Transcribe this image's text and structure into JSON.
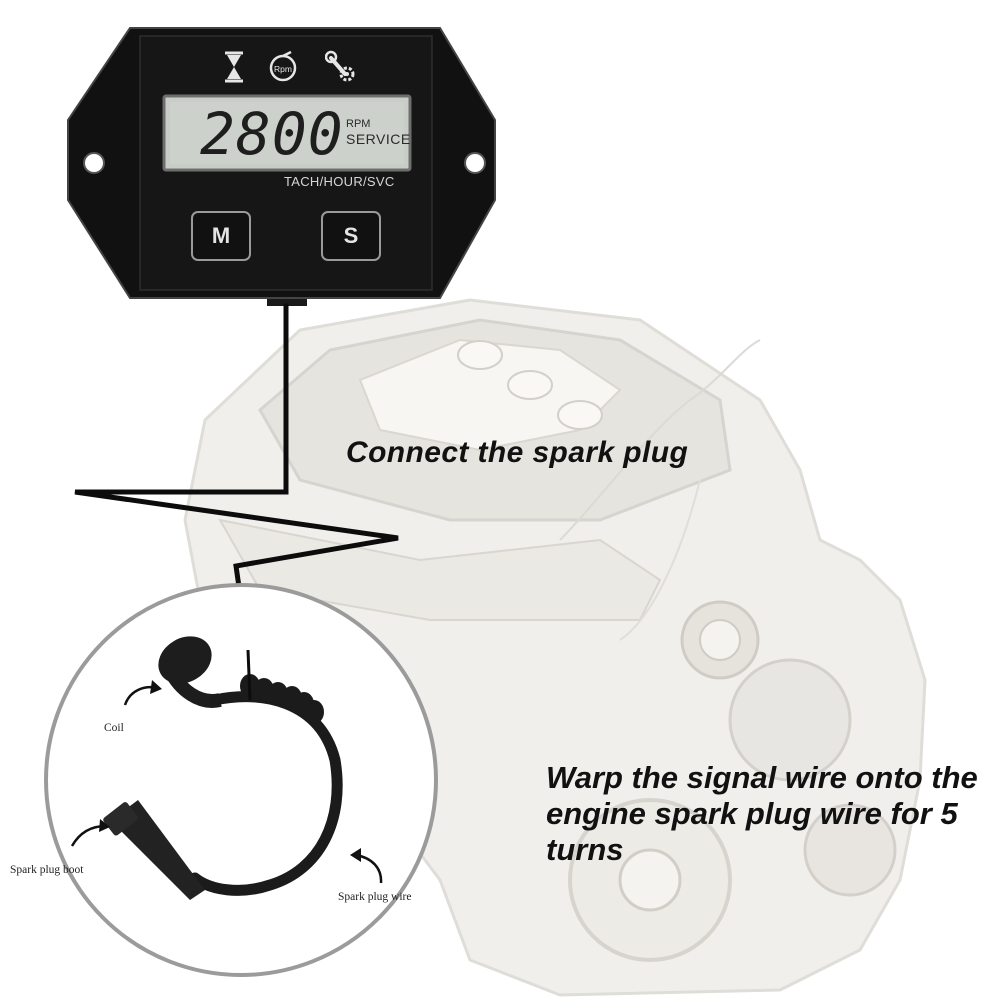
{
  "meter": {
    "display_value": "2800",
    "unit_rpm": "RPM",
    "unit_service": "SERVICE",
    "caption": "TACH/HOUR/SVC",
    "icons": [
      "hourglass-icon",
      "rpm-gauge-icon",
      "wrench-gear-icon"
    ],
    "icon_rpm_text": "Rpm",
    "button_m": "M",
    "button_s": "S"
  },
  "instructions": {
    "step1": "Connect the spark plug",
    "step2": "Warp the signal wire onto the engine spark plug wire for 5 turns"
  },
  "detail": {
    "coil_label": "Coil",
    "spark_plug_boot_label": "Spark plug boot",
    "spark_plug_wire_label": "Spark plug wire"
  },
  "colors": {
    "meter_body": "#111111",
    "lcd_background": "#c9cdc7",
    "engine_tint": "#e8e6e2",
    "text": "#111111"
  }
}
